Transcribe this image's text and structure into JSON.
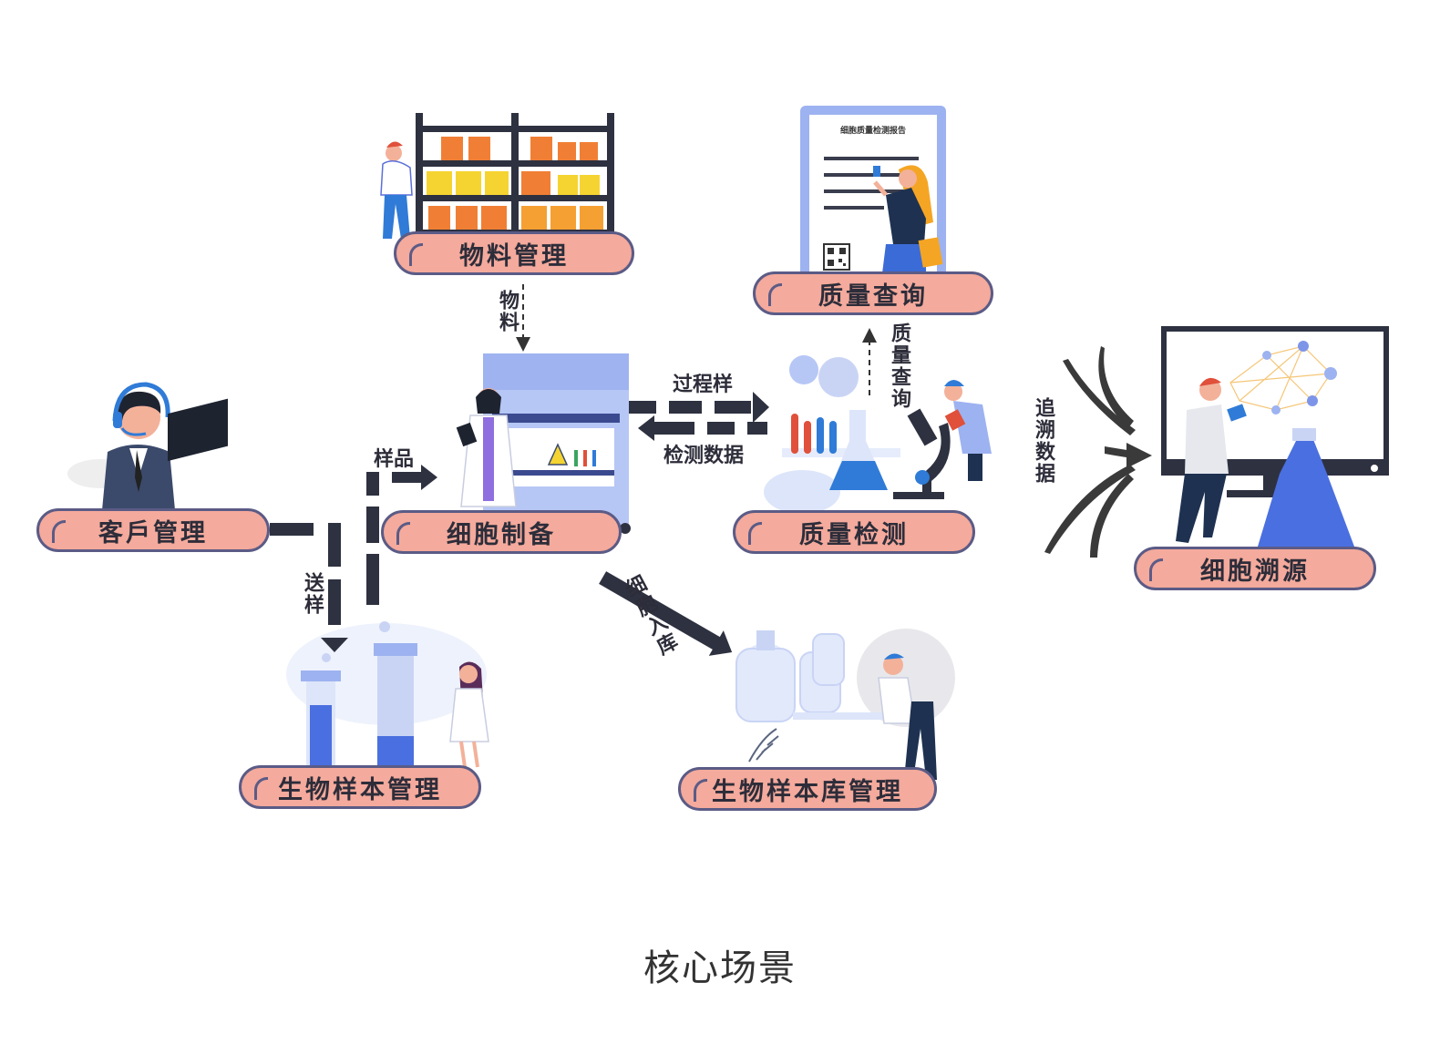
{
  "nodes": {
    "materials": "物料管理",
    "quality_query": "质量查询",
    "customer": "客戶管理",
    "cell_prep": "细胞制备",
    "quality_test": "质量检测",
    "traceability": "细胞溯源",
    "bio_sample": "生物样本管理",
    "biobank": "生物样本库管理"
  },
  "edges": {
    "material": "物料",
    "sample_goods": "样品",
    "process_sample": "过程样",
    "test_data": "检测数据",
    "query": "质量查询",
    "send_sample": "送样",
    "cell_storage": "细胞入库",
    "trace_data": "追溯数据"
  },
  "report": {
    "title": "细胞质量检测报告"
  },
  "caption": "核心场景"
}
